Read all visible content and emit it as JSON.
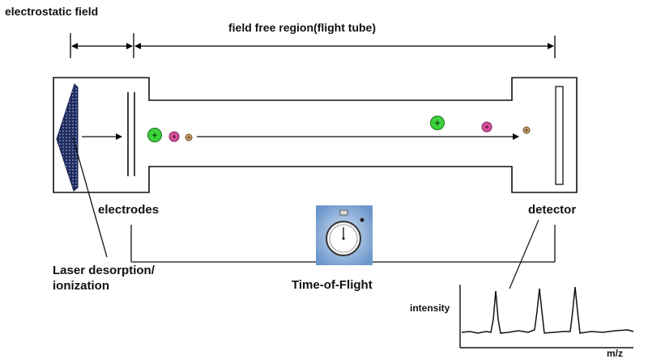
{
  "labels": {
    "electrostatic_field": "electrostatic field",
    "field_free_region": "field free region(flight tube)",
    "electrodes": "electrodes",
    "detector": "detector",
    "laser_line1": "Laser desorption/",
    "laser_line2": "ionization",
    "time_of_flight": "Time-of-Flight",
    "intensity": "intensity",
    "mz": "m/z"
  },
  "ions": {
    "large": {
      "color": "#3bd13b",
      "symbol": "+"
    },
    "medium": {
      "color": "#d6509a",
      "symbol": "+"
    },
    "small": {
      "color": "#c9a070",
      "symbol": "+"
    }
  },
  "stopwatch": {
    "background_color": "#8fb4dc"
  }
}
